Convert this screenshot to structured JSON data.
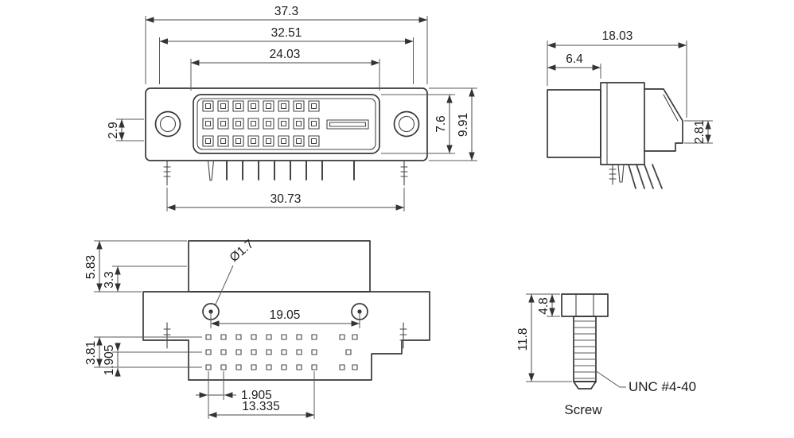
{
  "front_view": {
    "dims": {
      "overall_width": "37.3",
      "flange_width": "32.51",
      "opening_width": "24.03",
      "side_offset": "2.9",
      "opening_height": "7.6",
      "overall_height": "9.91",
      "pin_span": "30.73"
    }
  },
  "side_view": {
    "dims": {
      "overall_depth": "18.03",
      "shroud_depth": "6.4",
      "tail_height": "2.81"
    }
  },
  "bottom_view": {
    "dims": {
      "shroud_height": "5.83",
      "shroud_step": "3.3",
      "hole_diameter": "Ø1.7",
      "hole_pitch": "19.05",
      "row_span": "3.81",
      "row_pitch": "1.905",
      "pin_pitch": "1.905",
      "pin_row_width": "13.335"
    }
  },
  "screw_view": {
    "dims": {
      "length": "11.8",
      "head_height": "4.8"
    },
    "thread_spec": "UNC #4-40",
    "caption": "Screw"
  }
}
